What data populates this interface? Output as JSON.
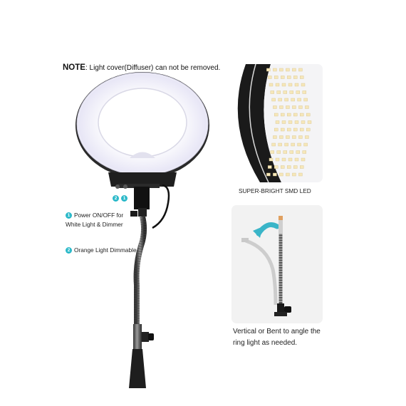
{
  "note": {
    "label": "NOTE",
    "text": ": Light cover(Diffuser) can not be removed."
  },
  "product": {
    "badge_numbers": [
      "2",
      "1"
    ]
  },
  "callouts": [
    {
      "number": "1",
      "text": "Power ON/OFF for White Light & Dimmer"
    },
    {
      "number": "2",
      "text": "Orange Light Dimmable"
    }
  ],
  "panels": {
    "led": {
      "caption": "SUPER-BRIGHT SMD LED"
    },
    "gooseneck": {
      "caption": "Vertical or Bent to angle the ring light as needed."
    }
  },
  "colors": {
    "accent": "#2bb9c9",
    "ring_glow": "#ecebf7",
    "led_warm": "#f6e7b9",
    "body_dark": "#1a1a1a"
  }
}
